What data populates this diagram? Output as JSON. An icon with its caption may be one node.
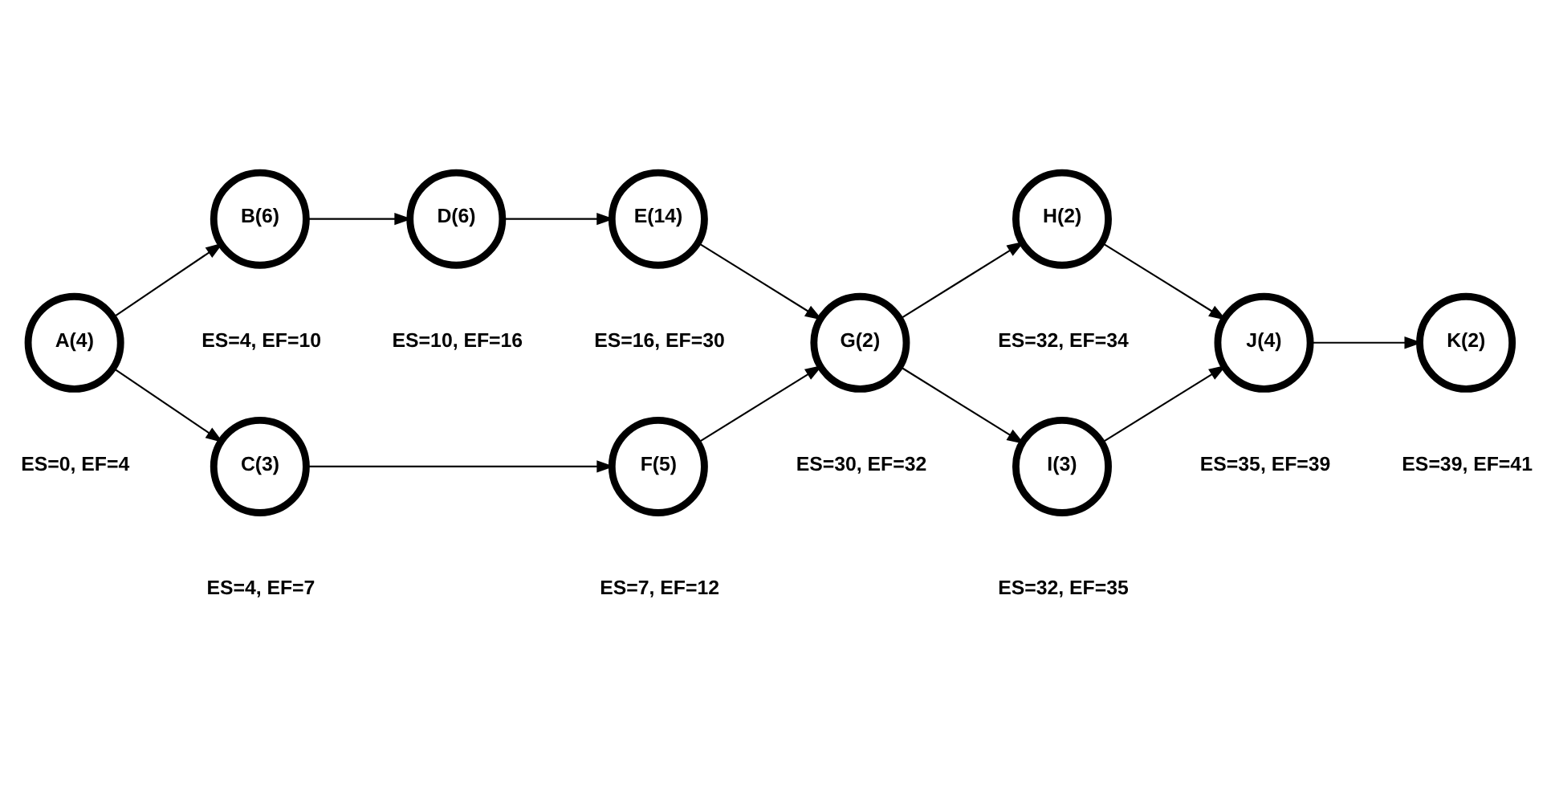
{
  "diagram": {
    "nodes": [
      {
        "text": [
          "A(4)"
        ],
        "beside": [
          "ES=0, EF=4"
        ]
      },
      {
        "text": [
          "B(6)"
        ],
        "beside": [
          "ES=4, EF=10"
        ]
      },
      {
        "text": [
          "C(3)"
        ],
        "beside": [
          "ES=4, EF=7"
        ]
      },
      {
        "text": [
          "D(6)"
        ],
        "beside": [
          "ES=10, EF=16"
        ]
      },
      {
        "text": [
          "E(14)"
        ],
        "beside": [
          "ES=16, EF=30"
        ]
      },
      {
        "text": [
          "F(5)"
        ],
        "beside": [
          "ES=7, EF=12"
        ]
      },
      {
        "text": [
          "G(2)"
        ],
        "beside": [
          "ES=30, EF=32"
        ]
      },
      {
        "text": [
          "H(2)"
        ],
        "beside": [
          "ES=32, EF=34"
        ]
      },
      {
        "text": [
          "I(3)"
        ],
        "beside": [
          "ES=32, EF=35"
        ]
      },
      {
        "text": [
          "J(4)"
        ],
        "beside": [
          "ES=35, EF=39"
        ]
      },
      {
        "text": [
          "K(2)"
        ],
        "beside": [
          "ES=39, EF=41"
        ]
      }
    ],
    "edges": [
      {
        "from": 0,
        "to": 1,
        "arrow": "to"
      },
      {
        "from": 0,
        "to": 2,
        "arrow": "to"
      },
      {
        "from": 1,
        "to": 3,
        "arrow": "to"
      },
      {
        "from": 3,
        "to": 4,
        "arrow": "to"
      },
      {
        "from": 2,
        "to": 5,
        "arrow": "to"
      },
      {
        "from": 4,
        "to": 6,
        "arrow": "to"
      },
      {
        "from": 5,
        "to": 6,
        "arrow": "to"
      },
      {
        "from": 6,
        "to": 7,
        "arrow": "to"
      },
      {
        "from": 6,
        "to": 8,
        "arrow": "to"
      },
      {
        "from": 7,
        "to": 9,
        "arrow": "to"
      },
      {
        "from": 8,
        "to": 9,
        "arrow": "to"
      },
      {
        "from": 9,
        "to": 10,
        "arrow": "to"
      }
    ]
  }
}
